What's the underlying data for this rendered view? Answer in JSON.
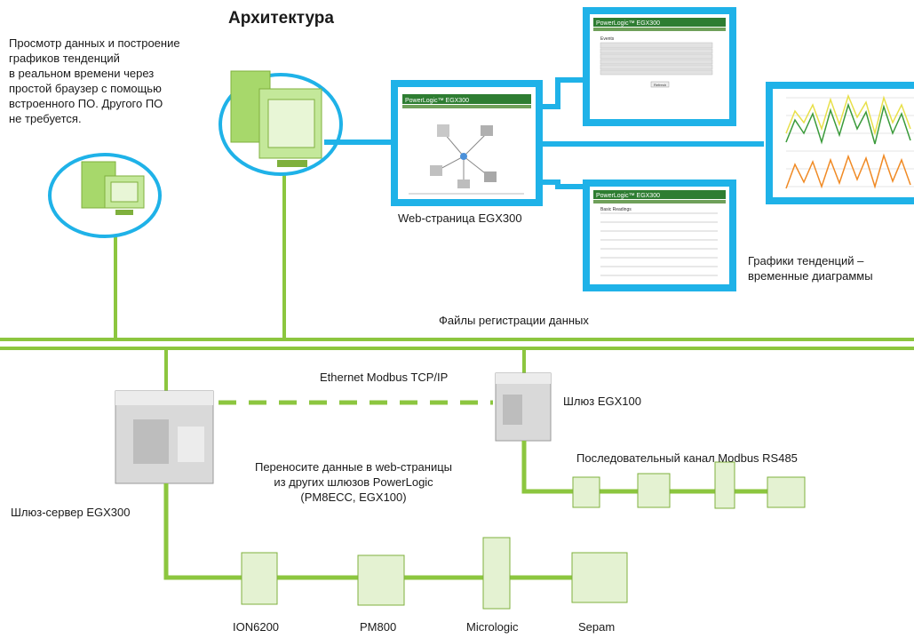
{
  "title": "Архитектура",
  "intro_lines": [
    "Просмотр данных и построение",
    "графиков тенденций",
    "в реальном времени через",
    "простой браузер с помощью",
    "встроенного ПО. Другого ПО",
    "не требуется."
  ],
  "labels": {
    "web_page": "Web-страница EGX300",
    "trend_graphs_1": "Графики тенденций –",
    "trend_graphs_2": "временные диаграммы",
    "data_logs": "Файлы регистрации данных",
    "ethernet": "Ethernet Modbus TCP/IP",
    "gateway_egx100": "Шлюз EGX100",
    "rs485": "Последовательный канал Modbus RS485",
    "transfer_1": "Переносите данные в web-страницы",
    "transfer_2": "из других шлюзов PowerLogic",
    "transfer_3": "(PM8ECC, EGX100)",
    "server_egx300": "Шлюз-сервер EGX300"
  },
  "devices": [
    "ION6200",
    "PM800",
    "Micrologic",
    "Sepam"
  ],
  "screens": {
    "brand": "PowerLogic™ EGX300",
    "top_panel_heading": "Events",
    "bottom_panel_heading": "Basic Readings",
    "button": "Refresh"
  },
  "colors": {
    "bus": "#8cc63f",
    "frame": "#1fb2e8",
    "header": "#2e7d32",
    "device": "#a7d86b"
  }
}
